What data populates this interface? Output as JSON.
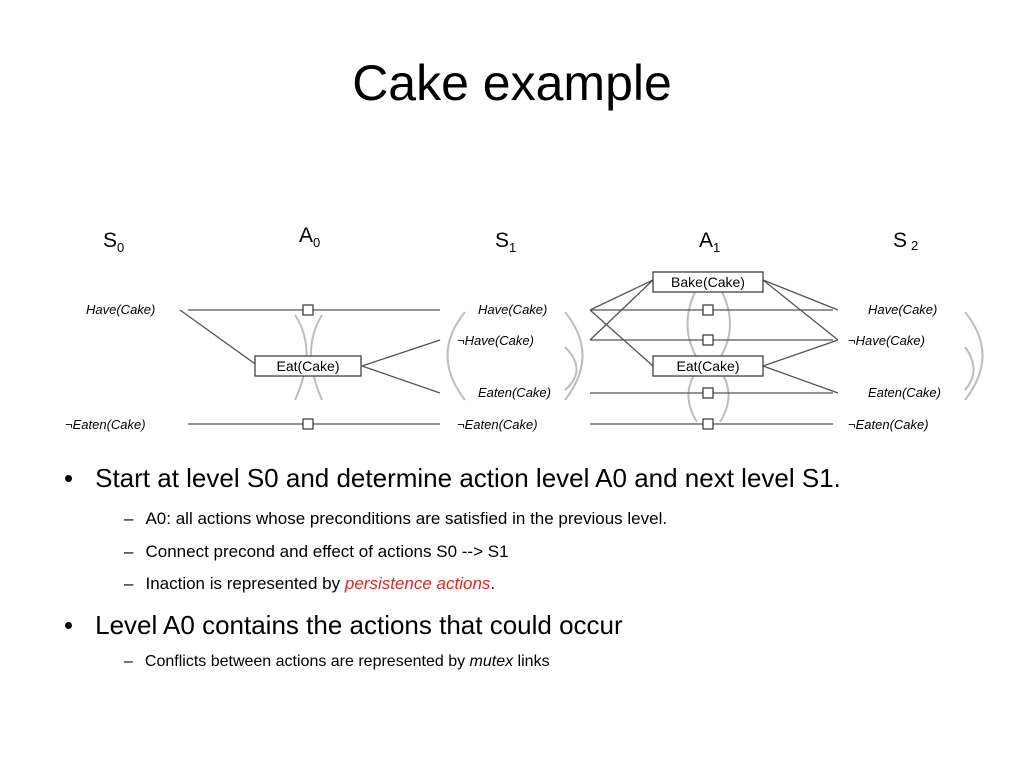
{
  "title": "Cake example",
  "diagram": {
    "levels": [
      {
        "letter": "S",
        "sub": "0"
      },
      {
        "letter": "A",
        "sub": "0"
      },
      {
        "letter": "S",
        "sub": "1"
      },
      {
        "letter": "A",
        "sub": "1"
      },
      {
        "letter": "S",
        "sub": "2"
      }
    ],
    "s0_props": [
      "Have(Cake)",
      "Eaten(Cake)"
    ],
    "s1_props": [
      "Have(Cake)",
      "Have(Cake)",
      "Eaten(Cake)",
      "Eaten(Cake)"
    ],
    "s2_props": [
      "Have(Cake)",
      "Have(Cake)",
      "Eaten(Cake)",
      "Eaten(Cake)"
    ],
    "negation_symbol": "¬",
    "a0_action": "Eat(Cake)",
    "a1_actions": [
      "Bake(Cake)",
      "Eat(Cake)"
    ],
    "colors": {
      "line": "#555555",
      "mutex": "#bbbbbb",
      "highlight": "#e2261f"
    }
  },
  "bullets": {
    "b1": {
      "marker": "•",
      "text": "Start at level S0 and determine action level A0 and next level S1."
    },
    "b1_subs": [
      {
        "marker": "–",
        "text": "A0: all actions whose preconditions are satisfied in the previous level."
      },
      {
        "marker": "–",
        "text": "Connect precond and effect of actions S0 --> S1"
      },
      {
        "marker": "–",
        "pre": "Inaction is represented by ",
        "em": "persistence actions",
        "post": "."
      }
    ],
    "b2": {
      "marker": "•",
      "text": "Level A0 contains the actions that could occur"
    },
    "b2_subs": [
      {
        "marker": "–",
        "pre": "Conflicts between actions are represented by ",
        "em": "mutex",
        "post": " links"
      }
    ]
  }
}
